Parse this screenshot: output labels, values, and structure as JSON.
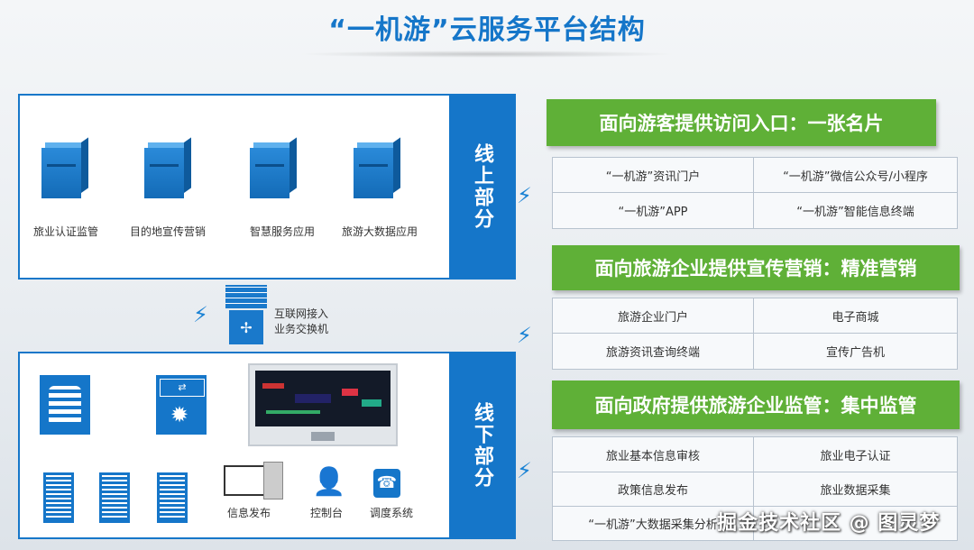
{
  "title": "“一机游”云服务平台结构",
  "online": {
    "label": "线上部分",
    "servers": [
      "旅业认证监管",
      "目的地宣传营销",
      "智慧服务应用",
      "旅游大数据应用"
    ]
  },
  "switch": {
    "line1": "互联网接入",
    "line2": "业务交换机"
  },
  "offline": {
    "label": "线下部分",
    "devices": [
      "信息发布",
      "控制台",
      "调度系统"
    ]
  },
  "sections": [
    {
      "heading": "面向游客提供访问入口：一张名片",
      "items": [
        "“一机游”资讯门户",
        "“一机游”微信公众号/小程序",
        "“一机游”APP",
        "“一机游”智能信息终端"
      ]
    },
    {
      "heading": "面向旅游企业提供宣传营销：精准营销",
      "items": [
        "旅游企业门户",
        "电子商城",
        "旅游资讯查询终端",
        "宣传广告机"
      ]
    },
    {
      "heading": "面向政府提供旅游企业监管：集中监管",
      "items": [
        "旅业基本信息审核",
        "旅业电子认证",
        "政策信息发布",
        "旅业数据采集",
        "“一机游”大数据采集分析"
      ]
    }
  ],
  "watermark": "掘金技术社区 @ 图灵梦",
  "colors": {
    "blue": "#1576c9",
    "green": "#5fb037"
  }
}
